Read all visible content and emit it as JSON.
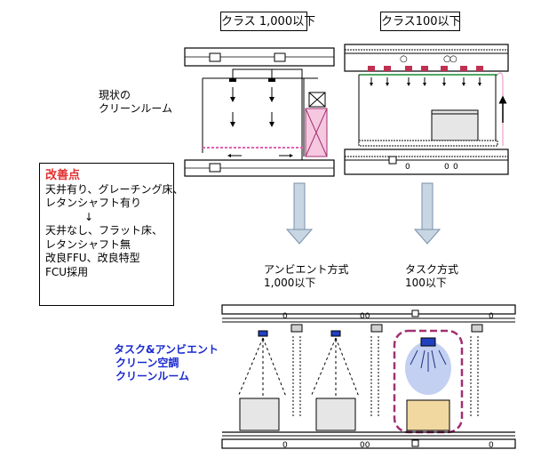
{
  "class_top_left": "クラス 1,000以下",
  "class_top_right": "クラス100以下",
  "current_label": [
    "現状の",
    "クリーンルーム"
  ],
  "improvement": {
    "title": "改善点",
    "lines": [
      "天井有り、グレーチング床、",
      "レタンシャフト有り",
      "↓",
      "天井なし、フラット床、",
      "レタンシャフト無",
      "改良FFU、改良特型",
      "FCU採用"
    ]
  },
  "ambient_label": [
    "アンビエント方式",
    "1,000以下"
  ],
  "task_label": [
    "タスク方式",
    "100以下"
  ],
  "task_ambient_label": [
    "タスク&アンビエント",
    "クリーン空調",
    "クリーンルーム"
  ],
  "colors": {
    "red": "#e03030",
    "blue": "#1a2ad0",
    "pink": "#e8a0c8",
    "purple": "#a03070",
    "arrow": "#b0c4d8"
  }
}
